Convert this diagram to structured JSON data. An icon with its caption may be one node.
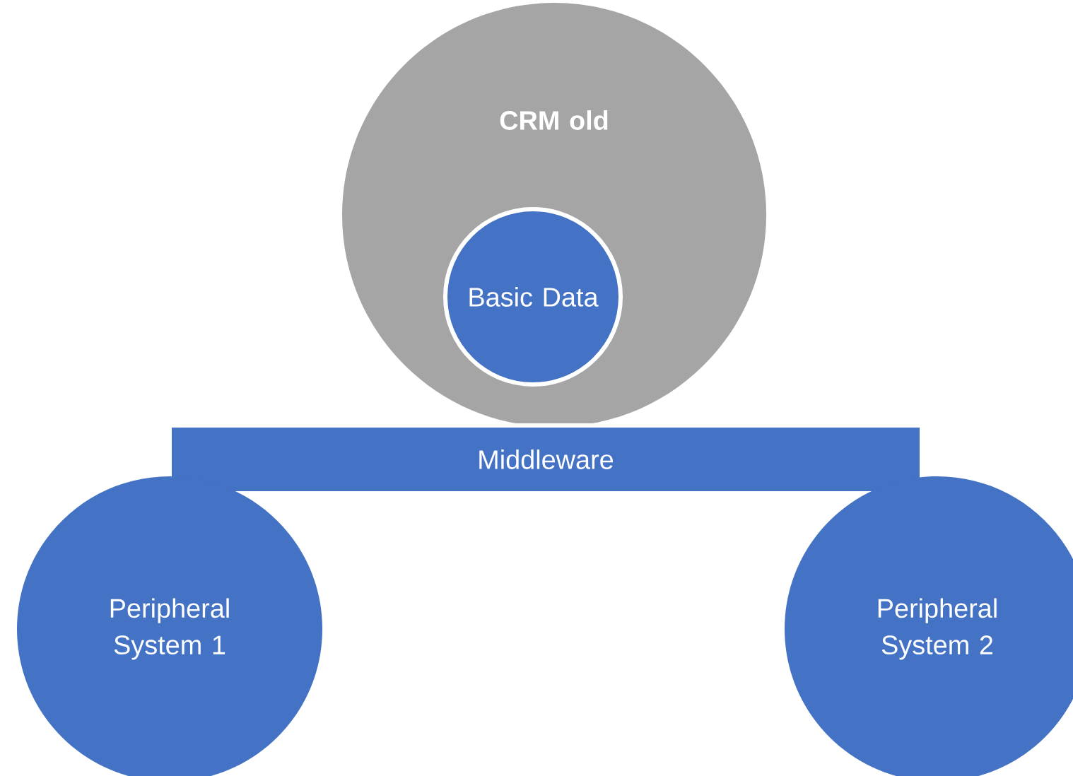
{
  "diagram": {
    "nodes": [
      {
        "text": [
          "CRM old"
        ]
      },
      {
        "text": [
          "Basic Data"
        ],
        "in": 0
      },
      {
        "text": [
          "Middleware"
        ]
      },
      {
        "text": [
          "Peripheral System 1"
        ]
      },
      {
        "text": [
          "Peripheral System 2"
        ]
      }
    ]
  }
}
